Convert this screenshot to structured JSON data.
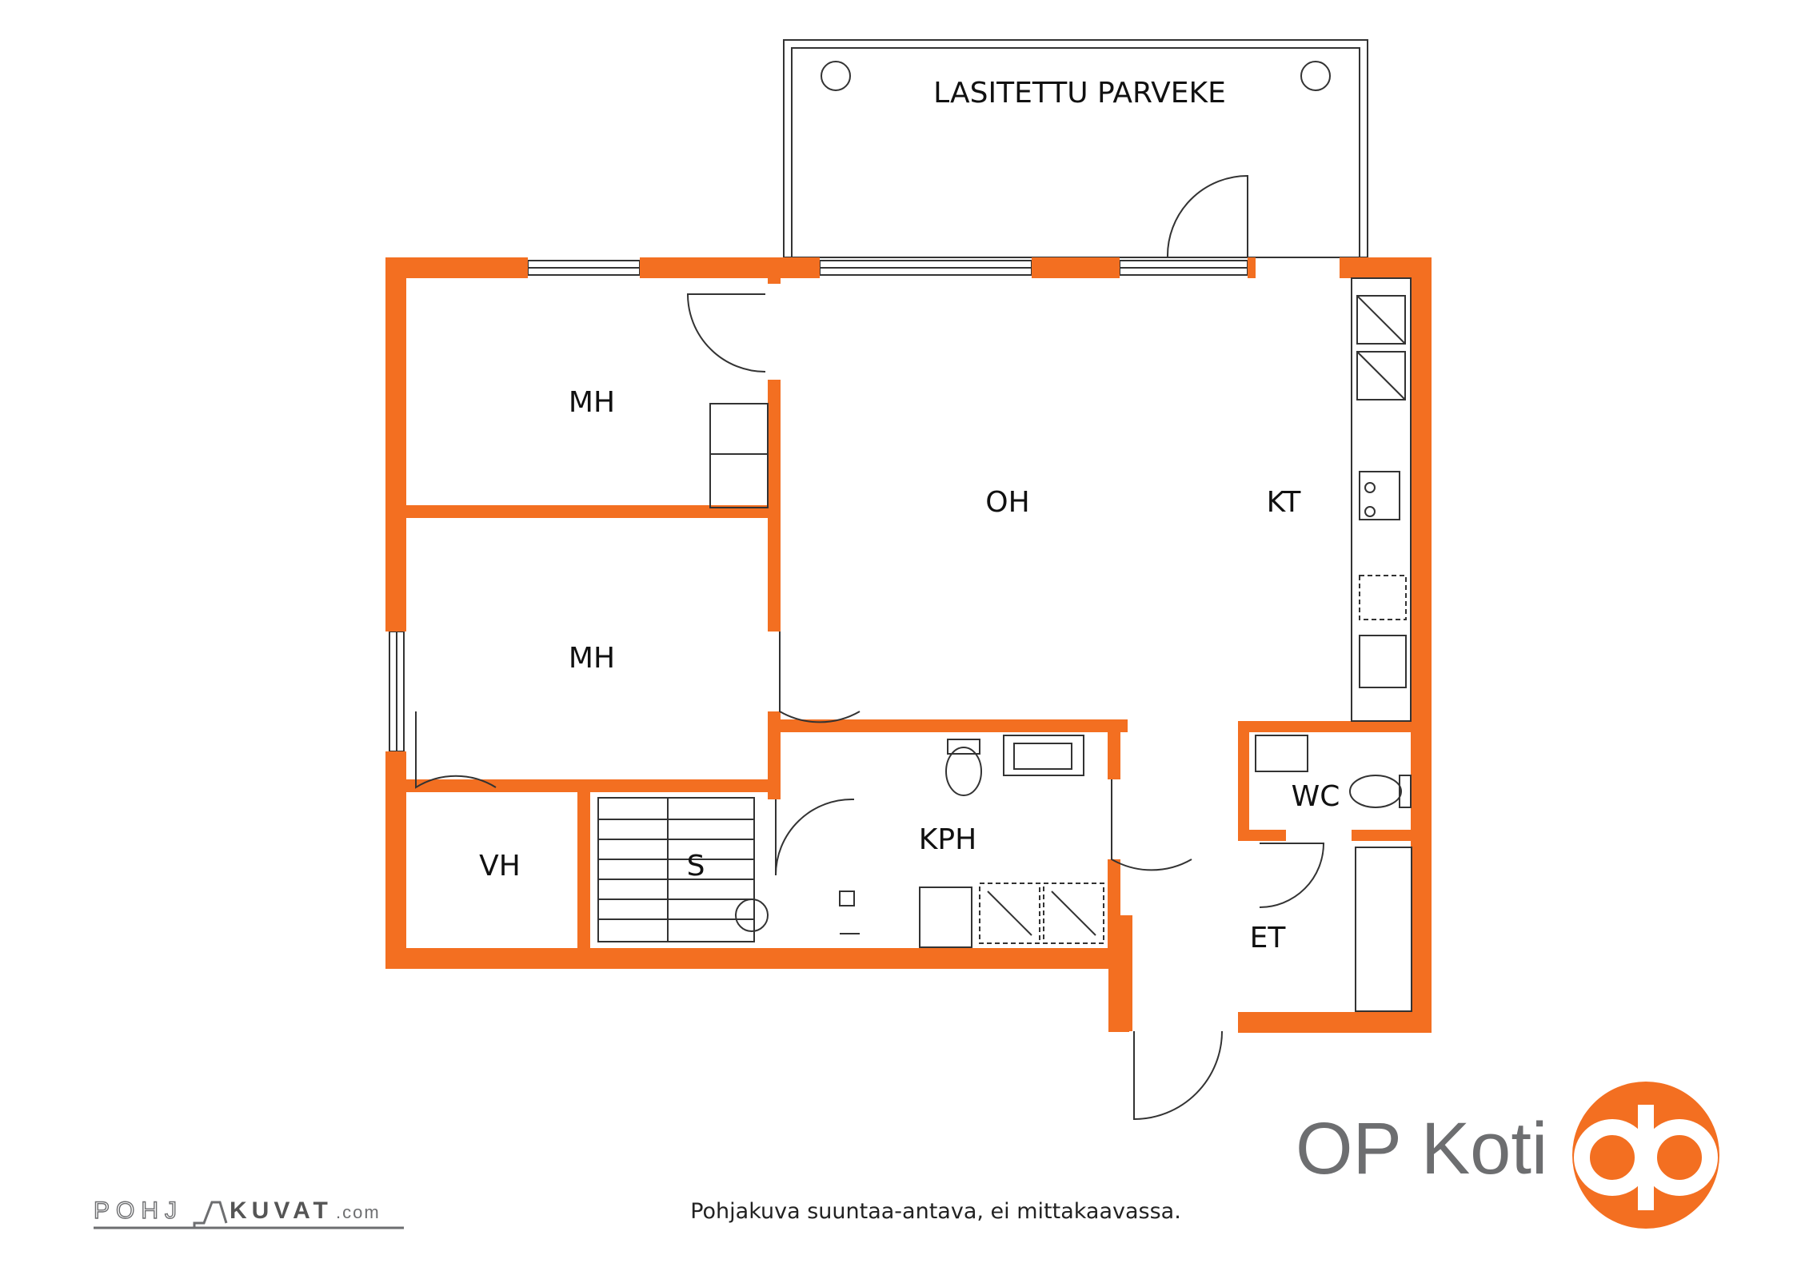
{
  "rooms": {
    "balcony": "LASITETTU PARVEKE",
    "bedroom_1": "MH",
    "bedroom_2": "MH",
    "living_room": "OH",
    "kitchen": "KT",
    "bathroom": "KPH",
    "toilet": "WC",
    "entry_hall": "ET",
    "closet": "VH",
    "sauna": "S"
  },
  "footer": {
    "note": "Pohjakuva suuntaa-antava, ei mittakaavassa.",
    "brand": "OP Koti",
    "drawing_credit": {
      "part1": "POHJ",
      "part2": "KUVAT",
      "suffix": ".com"
    }
  },
  "colors": {
    "wall": "#f36f21",
    "brand_orange": "#f36f21",
    "brand_grey": "#6d6e70",
    "line": "#333333"
  },
  "icons": [
    "op-logo-icon",
    "pohjakuvat-logo-icon"
  ]
}
